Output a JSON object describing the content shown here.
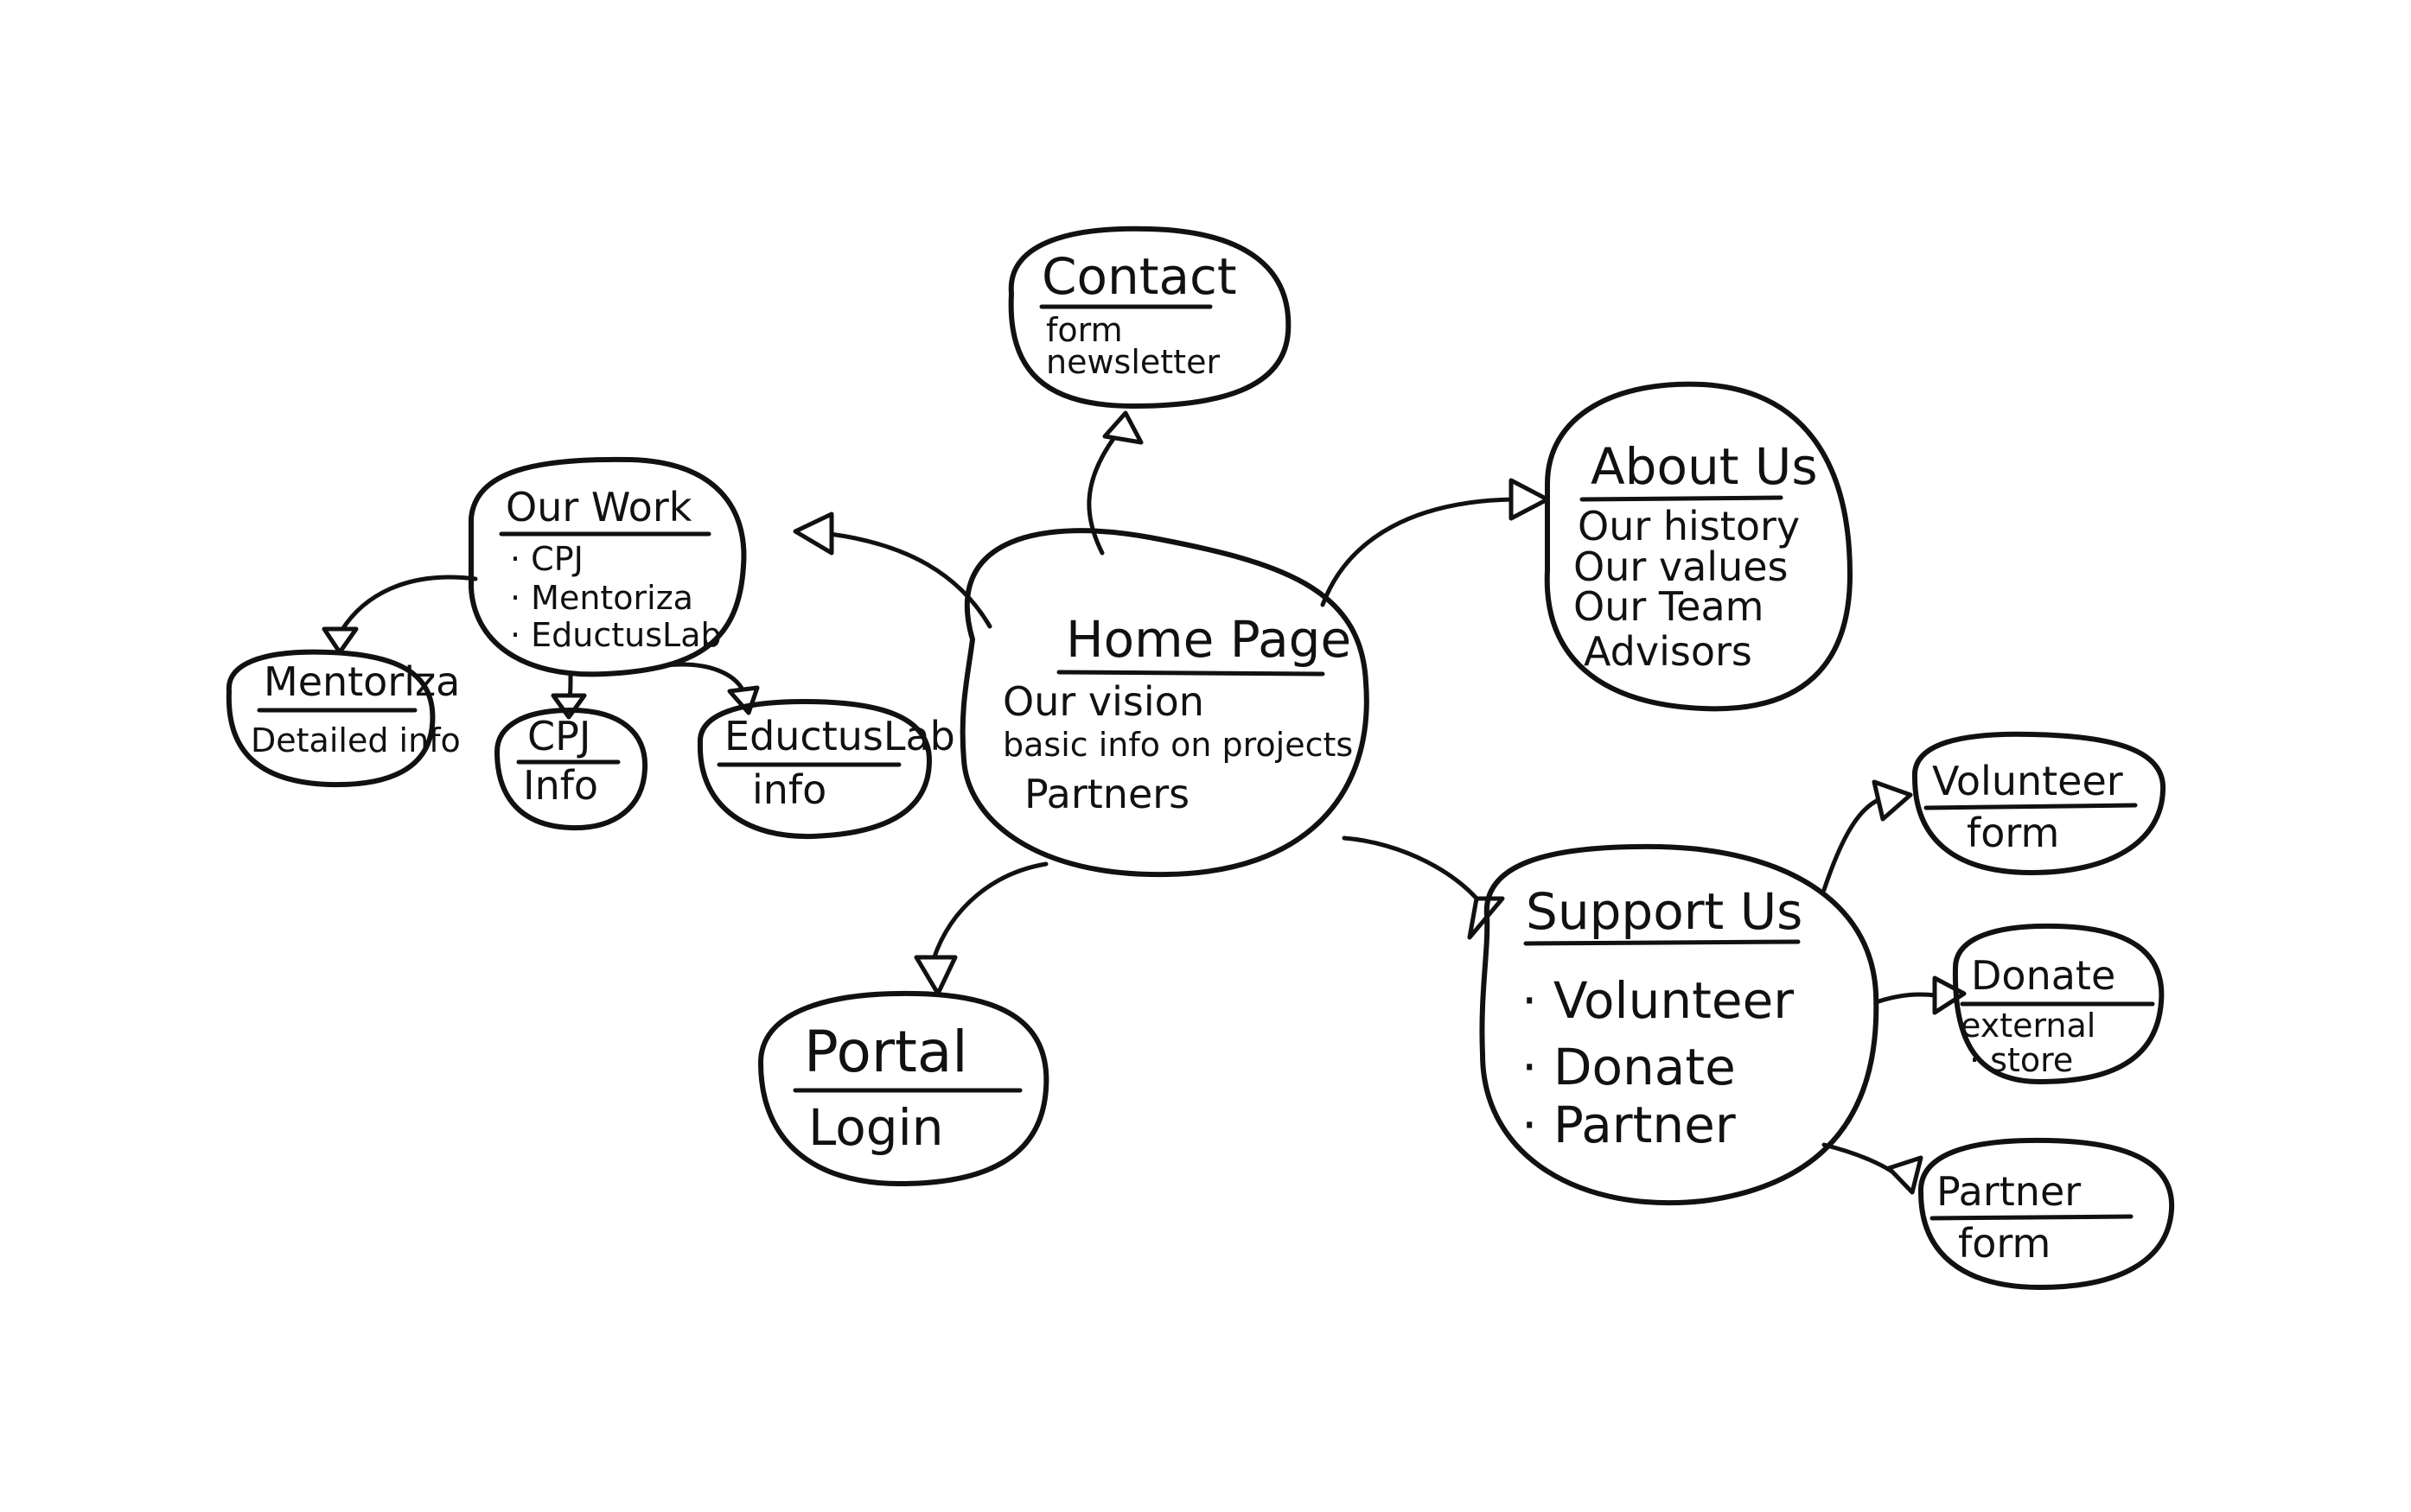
{
  "diagram": {
    "stroke_color": "#111111",
    "background": "#ffffff",
    "nodes": {
      "home": {
        "title": "Home Page",
        "lines": [
          "Our vision",
          "basic info on projects",
          "Partners"
        ]
      },
      "contact": {
        "title": "Contact",
        "lines": [
          "form",
          "newsletter"
        ]
      },
      "about": {
        "title": "About Us",
        "lines": [
          "Our history",
          "Our values",
          "Our Team",
          "Advisors"
        ]
      },
      "our_work": {
        "title": "Our Work",
        "lines": [
          "· CPJ",
          "· Mentoriza",
          "· EductusLab"
        ]
      },
      "mentoriza": {
        "title": "Mentoriza",
        "lines": [
          "Detailed info"
        ]
      },
      "cpj": {
        "title": "CPJ",
        "lines": [
          "Info"
        ]
      },
      "eductuslab": {
        "title": "EductusLab",
        "lines": [
          "info"
        ]
      },
      "portal": {
        "title": "Portal",
        "lines": [
          "Login"
        ]
      },
      "support": {
        "title": "Support Us",
        "lines": [
          "· Volunteer",
          "· Donate",
          "· Partner"
        ]
      },
      "volunteer": {
        "title": "Volunteer",
        "lines": [
          "form"
        ]
      },
      "donate": {
        "title": "Donate",
        "lines": [
          "external",
          "· store"
        ]
      },
      "partner": {
        "title": "Partner",
        "lines": [
          "form"
        ]
      }
    },
    "edges": [
      {
        "from": "home",
        "to": "contact"
      },
      {
        "from": "home",
        "to": "about"
      },
      {
        "from": "home",
        "to": "our_work"
      },
      {
        "from": "home",
        "to": "portal"
      },
      {
        "from": "home",
        "to": "support"
      },
      {
        "from": "our_work",
        "to": "mentoriza"
      },
      {
        "from": "our_work",
        "to": "cpj"
      },
      {
        "from": "our_work",
        "to": "eductuslab"
      },
      {
        "from": "support",
        "to": "volunteer"
      },
      {
        "from": "support",
        "to": "donate"
      },
      {
        "from": "support",
        "to": "partner"
      }
    ]
  }
}
